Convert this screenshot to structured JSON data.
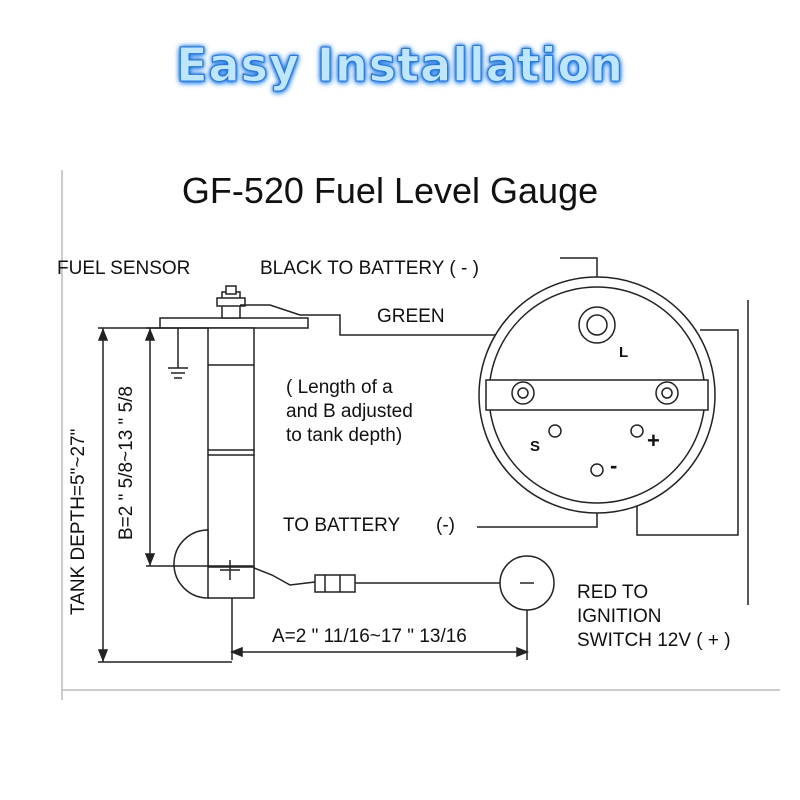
{
  "banner": "Easy Installation",
  "title": "GF-520 Fuel Level Gauge",
  "labels": {
    "fuel_sensor": "FUEL SENSOR",
    "black_to_battery": "BLACK TO BATTERY ( - )",
    "green": "GREEN",
    "adjust_note_1": "( Length of a",
    "adjust_note_2": "and B adjusted",
    "adjust_note_3": "to tank depth)",
    "to_battery": "TO BATTERY",
    "to_battery_sign": "(-)",
    "red_1": "RED TO",
    "red_2": "IGNITION",
    "red_3": "SWITCH 12V ( + )",
    "dim_a": "A=2 \" 11/16~17 \" 13/16",
    "dim_b": "B=2 \" 5/8~13 \" 5/8",
    "tank_depth": "TANK DEPTH=5\"~27\""
  },
  "terminals": {
    "l": "L",
    "s": "S",
    "plus": "+",
    "minus": "-"
  }
}
